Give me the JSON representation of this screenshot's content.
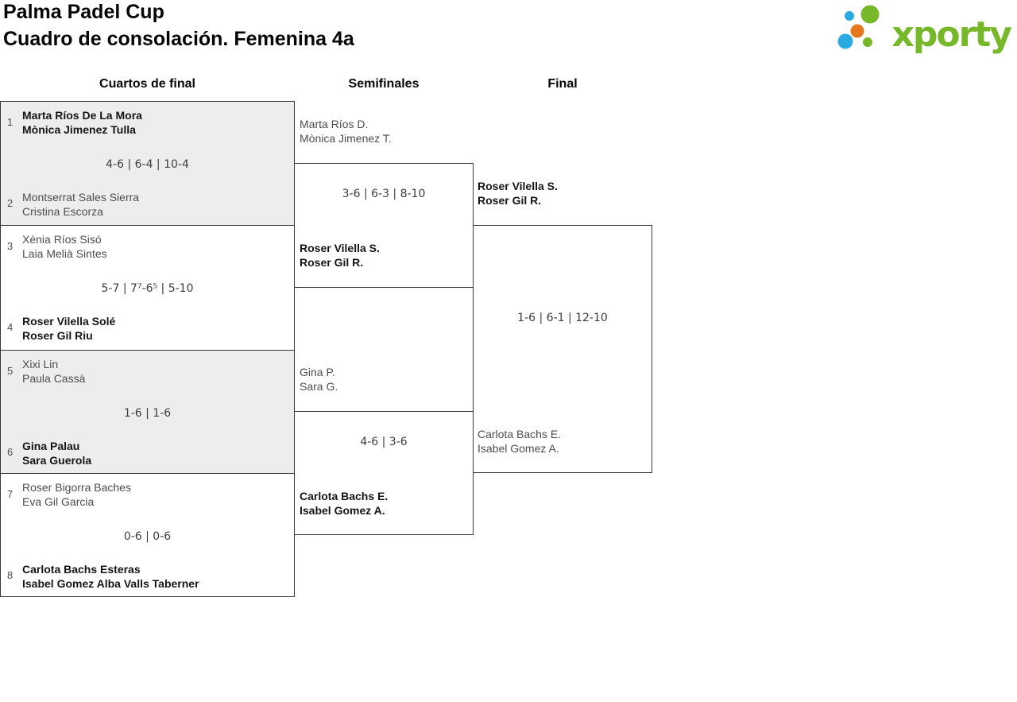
{
  "header": {
    "title_line1": "Palma Padel Cup",
    "title_line2": "Cuadro de consolación. Femenina 4a",
    "logo_text": "xporty"
  },
  "colors": {
    "logo_green": "#76b82a",
    "logo_blue": "#29abe2",
    "logo_orange": "#e5781e",
    "box_border": "#383838",
    "box_gray_bg": "#ededed",
    "winner_text": "#151515",
    "loser_text": "#4d4d4d"
  },
  "columns": [
    {
      "label": "Cuartos de final"
    },
    {
      "label": "Semifinales"
    },
    {
      "label": "Final"
    }
  ],
  "quarterfinals": [
    {
      "seed_top": "1",
      "team_top_line1": "Marta Ríos De La Mora",
      "team_top_line2": "Mònica Jimenez Tulla",
      "score": "4-6 | 6-4 | 10-4",
      "seed_bottom": "2",
      "team_bottom_line1": "Montserrat Sales Sierra",
      "team_bottom_line2": "Cristina Escorza"
    },
    {
      "seed_top": "3",
      "team_top_line1": "Xènia Ríos Sisó",
      "team_top_line2": "Laia Melià Sintes",
      "score": "5-7 | 7⁷-6⁵ | 5-10",
      "seed_bottom": "4",
      "team_bottom_line1": "Roser Vilella Solé",
      "team_bottom_line2": "Roser Gil Riu"
    },
    {
      "seed_top": "5",
      "team_top_line1": "Xixi Lin",
      "team_top_line2": "Paula Cassà",
      "score": "1-6 | 1-6",
      "seed_bottom": "6",
      "team_bottom_line1": "Gina Palau",
      "team_bottom_line2": "Sara Guerola"
    },
    {
      "seed_top": "7",
      "team_top_line1": "Roser Bigorra Baches",
      "team_top_line2": "Eva Gil Garcia",
      "score": "0-6 | 0-6",
      "seed_bottom": "8",
      "team_bottom_line1": "Carlota Bachs Esteras",
      "team_bottom_line2": "Isabel Gomez Alba Valls Taberner"
    }
  ],
  "semifinals": [
    {
      "team_top_line1": "Marta Ríos D.",
      "team_top_line2": "Mònica Jimenez T.",
      "score": "3-6 | 6-3 | 8-10",
      "team_bottom_line1": "Roser Vilella S.",
      "team_bottom_line2": "Roser Gil R."
    },
    {
      "team_top_line1": "Gina P.",
      "team_top_line2": "Sara G.",
      "score": "4-6 | 3-6",
      "team_bottom_line1": "Carlota Bachs E.",
      "team_bottom_line2": "Isabel Gomez A."
    }
  ],
  "final": {
    "team_top_line1": "Roser Vilella S.",
    "team_top_line2": "Roser Gil R.",
    "score": "1-6 | 6-1 | 12-10",
    "team_bottom_line1": "Carlota Bachs E.",
    "team_bottom_line2": "Isabel Gomez A."
  }
}
